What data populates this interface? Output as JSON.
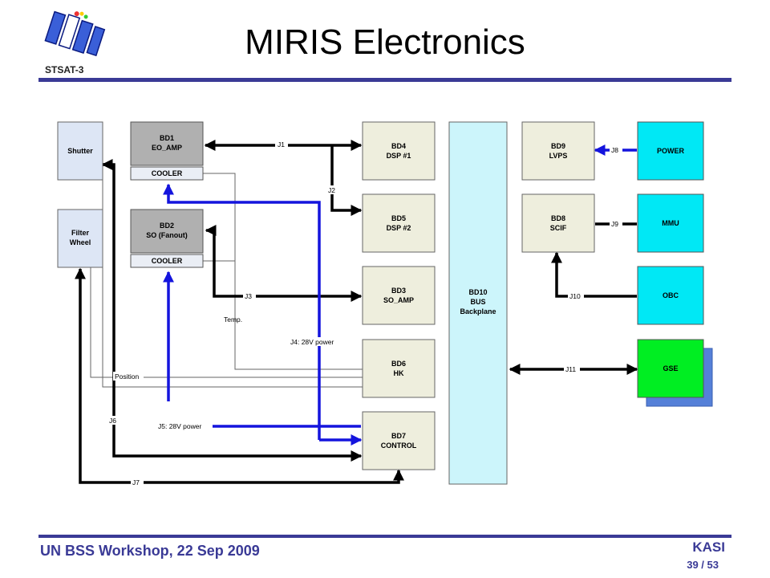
{
  "header": {
    "title": "MIRIS Electronics",
    "logo_label": "STSAT-3"
  },
  "footer": {
    "event": "UN BSS Workshop, 22 Sep 2009",
    "org": "KASI",
    "page": "39 / 53"
  },
  "colors": {
    "rule": "#3a3a96",
    "board_fill": "#eeeedd",
    "detector_fill": "#b0b0b0",
    "mech_fill": "#dde6f5",
    "backplane_fill": "#ccf5fb",
    "external_fill": "#00e8f5",
    "gse_fill": "#00ee22",
    "power_line": "#1414dd"
  },
  "diagram": {
    "blocks": {
      "shutter": [
        "Shutter"
      ],
      "filter_wheel": [
        "Filter",
        "Wheel"
      ],
      "bd1": [
        "BD1",
        "EO_AMP"
      ],
      "cooler1": [
        "COOLER"
      ],
      "bd2": [
        "BD2",
        "SO (Fanout)"
      ],
      "cooler2": [
        "COOLER"
      ],
      "bd4": [
        "BD4",
        "DSP #1"
      ],
      "bd5": [
        "BD5",
        "DSP #2"
      ],
      "bd3": [
        "BD3",
        "SO_AMP"
      ],
      "bd6": [
        "BD6",
        "HK"
      ],
      "bd7": [
        "BD7",
        "CONTROL"
      ],
      "bd10": [
        "BD10",
        "BUS",
        "Backplane"
      ],
      "bd9": [
        "BD9",
        "LVPS"
      ],
      "bd8": [
        "BD8",
        "SCIF"
      ],
      "power": [
        "POWER"
      ],
      "mmu": [
        "MMU"
      ],
      "obc": [
        "OBC"
      ],
      "gse": [
        "GSE"
      ]
    },
    "labels": {
      "j1": "J1",
      "j2": "J2",
      "j3": "J3",
      "j4": "J4: 28V power",
      "j5": "J5: 28V power",
      "j6": "J6",
      "j7": "J7",
      "j8": "J8",
      "j9": "J9",
      "j10": "J10",
      "j11": "J11",
      "temp": "Temp.",
      "position": "Position"
    }
  }
}
